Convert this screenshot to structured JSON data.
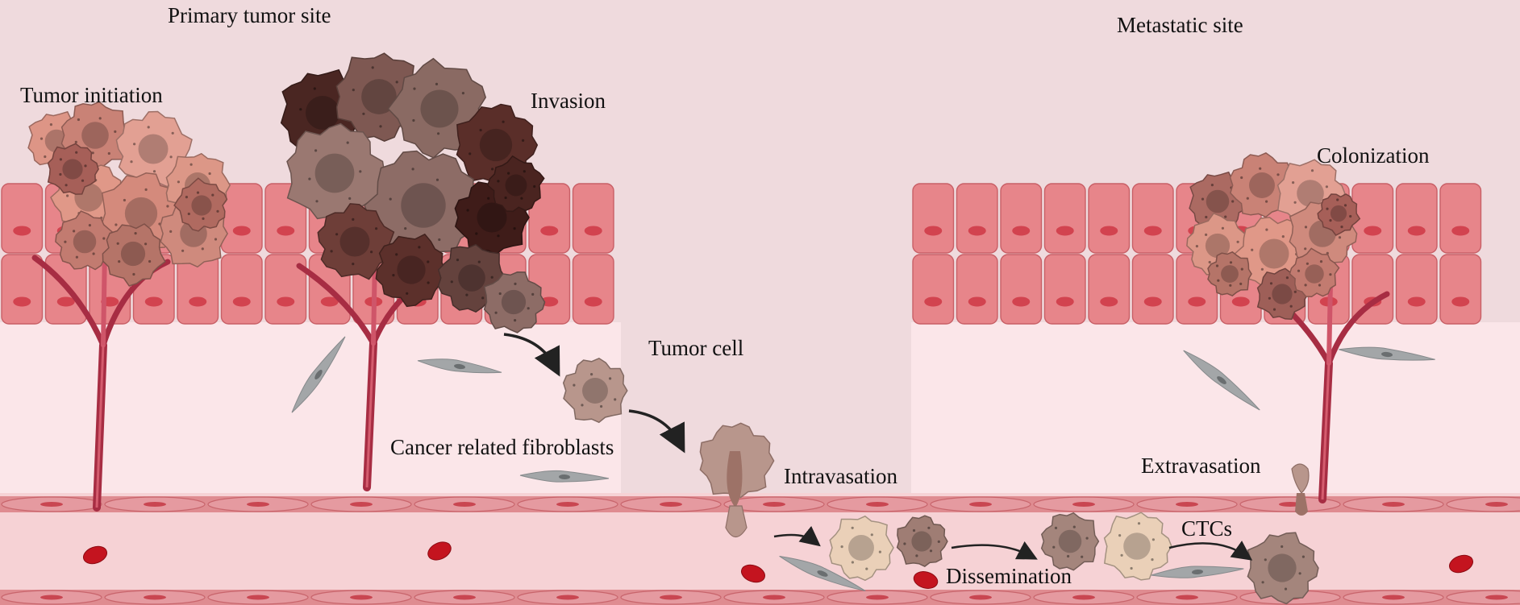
{
  "labels": {
    "primary_site": "Primary tumor site",
    "metastatic_site": "Metastatic site",
    "tumor_initiation": "Tumor initiation",
    "invasion": "Invasion",
    "colonization": "Colonization",
    "tumor_cell": "Tumor cell",
    "cancer_fibroblasts": "Cancer related fibroblasts",
    "intravasation": "Intravasation",
    "extravasation": "Extravasation",
    "ctcs": "CTCs",
    "dissemination": "Dissemination"
  },
  "colors": {
    "background": "#efdadd",
    "tissue": "#fbe6e9",
    "epithelial_cell": "#e7858a",
    "nucleus": "#d2434f",
    "vessel_wall": "#df8c91",
    "vessel_lumen": "#f6d2d5",
    "blood_vessel": "#a72d43",
    "red_blood_cell": "#c4141f",
    "fibroblast": "#a3a6a8",
    "tumor_pink": "#dd9586",
    "tumor_brown": "#7a5048",
    "tumor_dark": "#4a2622",
    "ctc_beige": "#e8c7a8"
  }
}
